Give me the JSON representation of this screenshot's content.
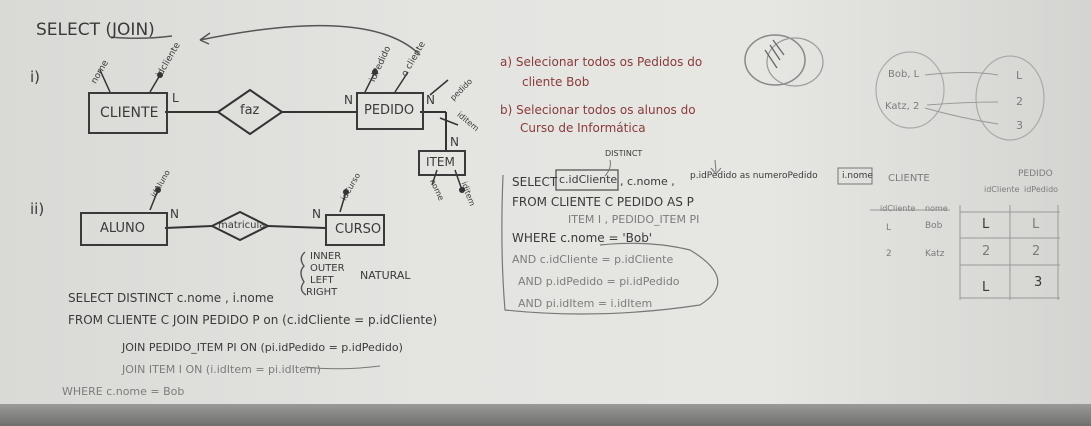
{
  "board": {
    "title": "SELECT (JOIN)",
    "label_i": "i)",
    "label_ii": "ii)",
    "er1": {
      "cliente": "CLIENTE",
      "faz": "faz",
      "pedido": "PEDIDO",
      "item": "ITEM",
      "card_l": "L",
      "card_n1": "N",
      "card_n2": "N",
      "card_n3": "N",
      "attr_nome": "nome",
      "attr_idcliente": "idcliente",
      "attr_idpedido": "idPedido",
      "attr_cliente": "o cliente",
      "attr_pedido": "pedido",
      "attr_iditem": "iditem",
      "attr_item_nome": "nome",
      "attr_item_id": "iditem"
    },
    "er2": {
      "aluno": "ALUNO",
      "matricula": "matricula",
      "curso": "CURSO",
      "card_n1": "N",
      "card_n2": "N",
      "attr_aluno": "idAluno",
      "attr_curso": "idCurso"
    },
    "exercises": {
      "a_line1": "a) Selecionar todos os Pedidos do",
      "a_line2": "cliente Bob",
      "b_line1": "b) Selecionar todos os alunos do",
      "b_line2": "Curso de Informática"
    },
    "query1": {
      "distinct": "DISTINCT",
      "line1_select": "SELECT",
      "line1_col1": "c.idCliente",
      "line1_col2": ", c.nome ,",
      "line1_col3": "p.idPedido as numeroPedido",
      "line1_col4": "i.nome",
      "line2": "FROM CLIENTE C     PEDIDO AS P",
      "line3": "ITEM I , PEDIDO_ITEM PI",
      "line4": "WHERE c.nome = 'Bob'",
      "line5": "AND c.idCliente = p.idCliente",
      "line6": "AND p.idPedido = pi.idPedido",
      "line7": "AND pi.idItem = i.idItem"
    },
    "joins": {
      "inner": "INNER",
      "outer": "OUTER",
      "left": "LEFT",
      "right": "RIGHT",
      "natural": "NATURAL"
    },
    "query2": {
      "line1": "SELECT DISTINCT c.nome , i.nome",
      "line2": "FROM CLIENTE C   JOIN  PEDIDO P  on (c.idCliente = p.idCliente)",
      "line3": "JOIN PEDIDO_ITEM PI ON (pi.idPedido = p.idPedido)",
      "line4": "JOIN ITEM I ON (i.idItem = pi.idItem)",
      "line5": "WHERE c.nome = Bob"
    },
    "mapping": {
      "left1": "Bob, L",
      "left2": "Katz, 2",
      "right1": "L",
      "right2": "2",
      "right3": "3"
    },
    "table_cliente": {
      "title": "CLIENTE",
      "headers": [
        "idCliente",
        "nome"
      ],
      "rows": [
        [
          "L",
          "Bob"
        ],
        [
          "2",
          "Katz"
        ]
      ]
    },
    "table_pedido": {
      "title": "PEDIDO",
      "headers": [
        "idCliente",
        "idPedido"
      ],
      "rows": [
        [
          "L",
          "L"
        ],
        [
          "2",
          "2"
        ],
        [
          "L",
          "3"
        ]
      ]
    }
  }
}
